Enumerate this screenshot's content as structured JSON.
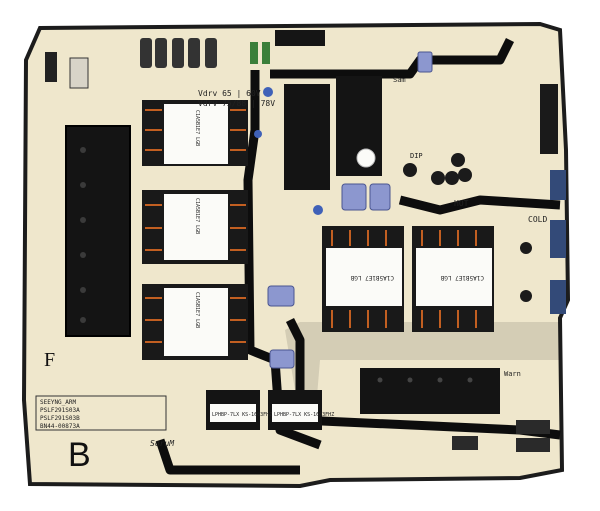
{
  "board": {
    "voltage_label_1": "Vdrv 65 | 60V",
    "voltage_label_2": "Vdrv 75/88 | 78V",
    "hot_label": "HOT",
    "cold_label": "COLD",
    "dip_label": "DIP",
    "b_letter": "B",
    "f_letter": "F",
    "brand": "SoruM",
    "warn_label": "Warn",
    "transformer_text": "C1A5B1E7 LGB",
    "inductor_label_1": "LPHBP-7LX\nKS-1603FHZ",
    "inductor_label_2": "LPHBP-7LX\nKS-1603FHZ",
    "part_numbers": [
      "SEEYNG_ARM",
      "PSLF291S03A",
      "PSLF291S03B",
      "BN44-00873A"
    ],
    "ic_label": "Sam"
  },
  "colors": {
    "pcb": "#efe7cc",
    "pcb_edge": "#1c1c1c",
    "heatsink": "#141414",
    "trace": "#0d0d0d",
    "label_white": "#fbfbf8",
    "capacitor_blue": "#8c97cf",
    "copper": "#c25f21"
  }
}
